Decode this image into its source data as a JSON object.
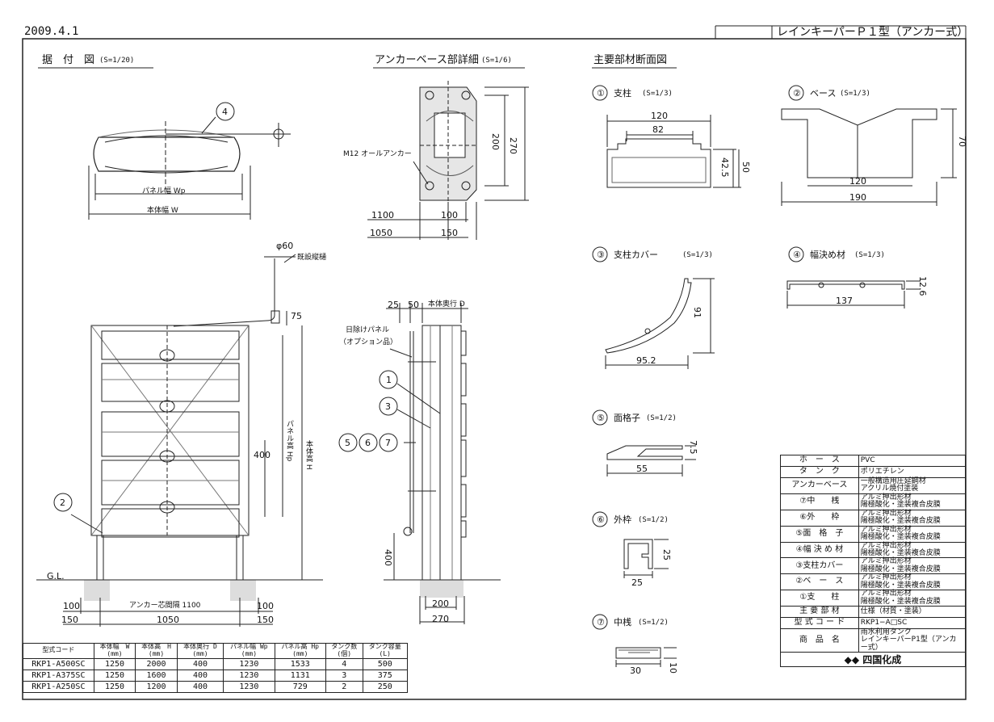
{
  "header": {
    "date": "2009.4.1",
    "product_title": "レインキーパーＰ１型（アンカー式）"
  },
  "sections": {
    "installation": "据　付　図",
    "installation_scale": "(S=1/20)",
    "anchor_detail": "アンカーベース部詳細",
    "anchor_scale": "(S=1/6)",
    "main_section": "主要部材断面図"
  },
  "installation_labels": {
    "panel_width": "パネル幅 Wp",
    "body_width": "本体幅 W",
    "phi60": "φ60",
    "existing_pipe": "既設縦樋",
    "dim75": "75",
    "panel_height": "パネル高 Hp",
    "body_height": "本体高 H",
    "dim400": "400",
    "gl": "G.L.",
    "d100a": "100",
    "anchor_pitch": "アンカー芯間隔 1100",
    "d100b": "100",
    "d150a": "150",
    "d1050": "1050",
    "d150b": "150",
    "c4": "4",
    "c2": "2"
  },
  "anchor_labels": {
    "m12": "M12 オールアンカー",
    "d200": "200",
    "d270": "270",
    "d1100": "1100",
    "d100": "100",
    "d1050": "1050",
    "d150": "150"
  },
  "side_labels": {
    "d25": "25",
    "d50": "50",
    "depth": "本体奥行 D",
    "shade": "日除けパネル",
    "option": "（オプション品）",
    "c1": "1",
    "c3": "3",
    "c5": "5",
    "c6": "6",
    "c7": "7",
    "d400": "400",
    "d200": "200",
    "d270": "270"
  },
  "parts": {
    "p1": {
      "no": "①",
      "name": "支柱",
      "scale": "(S=1/3)",
      "d1": "120",
      "d2": "82",
      "d3": "42.5",
      "d4": "50"
    },
    "p2": {
      "no": "②",
      "name": "ベース",
      "scale": "(S=1/3)",
      "d1": "70",
      "d2": "120",
      "d3": "190"
    },
    "p3": {
      "no": "③",
      "name": "支柱カバー",
      "scale": "(S=1/3)",
      "d1": "91",
      "d2": "95.2"
    },
    "p4": {
      "no": "④",
      "name": "幅決め材",
      "scale": "(S=1/3)",
      "d1": "12.6",
      "d2": "137"
    },
    "p5": {
      "no": "⑤",
      "name": "面格子",
      "scale": "(S=1/2)",
      "d1": "7.5",
      "d2": "55"
    },
    "p6": {
      "no": "⑥",
      "name": "外枠",
      "scale": "(S=1/2)",
      "d1": "25",
      "d2": "25"
    },
    "p7": {
      "no": "⑦",
      "name": "中桟",
      "scale": "(S=1/2)",
      "d1": "30",
      "d2": "10"
    }
  },
  "spec_table": [
    {
      "k": "ホ　ー　ス",
      "v": "PVC"
    },
    {
      "k": "タ　ン　ク",
      "v": "ポリエチレン"
    },
    {
      "k": "アンカーベース",
      "v": "一般構造用圧延鋼材\nアクリル焼付塗装"
    },
    {
      "k": "⑦中　　桟",
      "v": "アルミ押出形材\n陽極酸化・塗装複合皮膜"
    },
    {
      "k": "⑥外　　枠",
      "v": "アルミ押出形材\n陽極酸化・塗装複合皮膜"
    },
    {
      "k": "⑤面　格　子",
      "v": "アルミ押出形材\n陽極酸化・塗装複合皮膜"
    },
    {
      "k": "④幅 決 め 材",
      "v": "アルミ押出形材\n陽極酸化・塗装複合皮膜"
    },
    {
      "k": "③支柱カバー",
      "v": "アルミ押出形材\n陽極酸化・塗装複合皮膜"
    },
    {
      "k": "②ベ　ー　ス",
      "v": "アルミ押出形材\n陽極酸化・塗装複合皮膜"
    },
    {
      "k": "①支　　柱",
      "v": "アルミ押出形材\n陽極酸化・塗装複合皮膜"
    },
    {
      "k": "主 要 部 材",
      "v": "仕様（材質・塗装）"
    },
    {
      "k": "型 式 コ ー ド",
      "v": "RKP1−A□SC"
    },
    {
      "k": "商　品　名",
      "v": "雨水利用タンク\nレインキーパーP1型（アンカー式）"
    }
  ],
  "brand": "◆◆ 四国化成",
  "size_table": {
    "headers": [
      [
        "型式コード",
        ""
      ],
      [
        "本体幅　W",
        "(mm)"
      ],
      [
        "本体高　H",
        "(mm)"
      ],
      [
        "本体奥行 D",
        "(mm)"
      ],
      [
        "パネル幅 Wp",
        "(mm)"
      ],
      [
        "パネル高 Hp",
        "(mm)"
      ],
      [
        "タンク数",
        "(個)"
      ],
      [
        "タンク容量",
        "(L)"
      ]
    ],
    "rows": [
      [
        "RKP1-A500SC",
        "1250",
        "2000",
        "400",
        "1230",
        "1533",
        "4",
        "500"
      ],
      [
        "RKP1-A375SC",
        "1250",
        "1600",
        "400",
        "1230",
        "1131",
        "3",
        "375"
      ],
      [
        "RKP1-A250SC",
        "1250",
        "1200",
        "400",
        "1230",
        "729",
        "2",
        "250"
      ]
    ]
  }
}
